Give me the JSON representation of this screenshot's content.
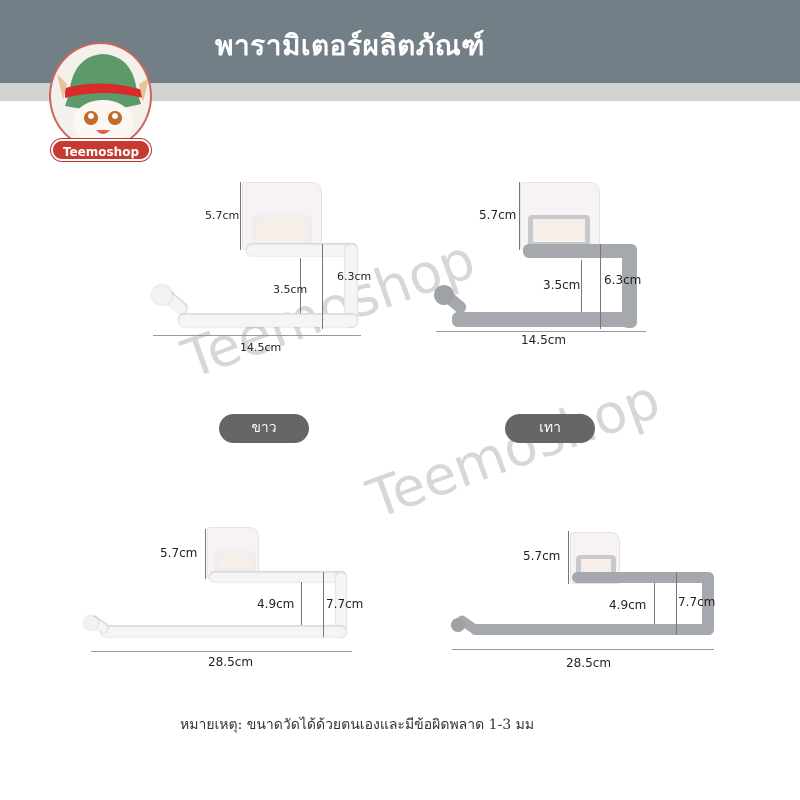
{
  "header": {
    "title": "พารามิเตอร์ผลิตภัณฑ์",
    "bar_color": "#737f87",
    "strip_color": "#d3d3d3"
  },
  "logo": {
    "name": "Teemoshop",
    "badge_color": "#c73a2f"
  },
  "watermarks": [
    "Teemoshop",
    "Teemoshop"
  ],
  "products": [
    {
      "id": "short-white",
      "color": "white",
      "dims": {
        "plate_height": "5.7cm",
        "inner_height": "3.5cm",
        "outer_height": "6.3cm",
        "width": "14.5cm"
      }
    },
    {
      "id": "short-grey",
      "color": "grey",
      "dims": {
        "plate_height": "5.7cm",
        "inner_height": "3.5cm",
        "outer_height": "6.3cm",
        "width": "14.5cm"
      }
    },
    {
      "id": "long-white",
      "color": "white",
      "dims": {
        "plate_height": "5.7cm",
        "inner_height": "4.9cm",
        "outer_height": "7.7cm",
        "width": "28.5cm"
      }
    },
    {
      "id": "long-grey",
      "color": "grey",
      "dims": {
        "plate_height": "5.7cm",
        "inner_height": "4.9cm",
        "outer_height": "7.7cm",
        "width": "28.5cm"
      }
    }
  ],
  "color_options": [
    {
      "label": "ขาว",
      "swatch": "#f5f5f5"
    },
    {
      "label": "เทา",
      "swatch": "#a5a9ad"
    }
  ],
  "pill_color": "#666666",
  "note": "หมายเหตุ: ขนาดวัดได้ด้วยตนเองและมีข้อผิดพลาด 1-3 มม"
}
